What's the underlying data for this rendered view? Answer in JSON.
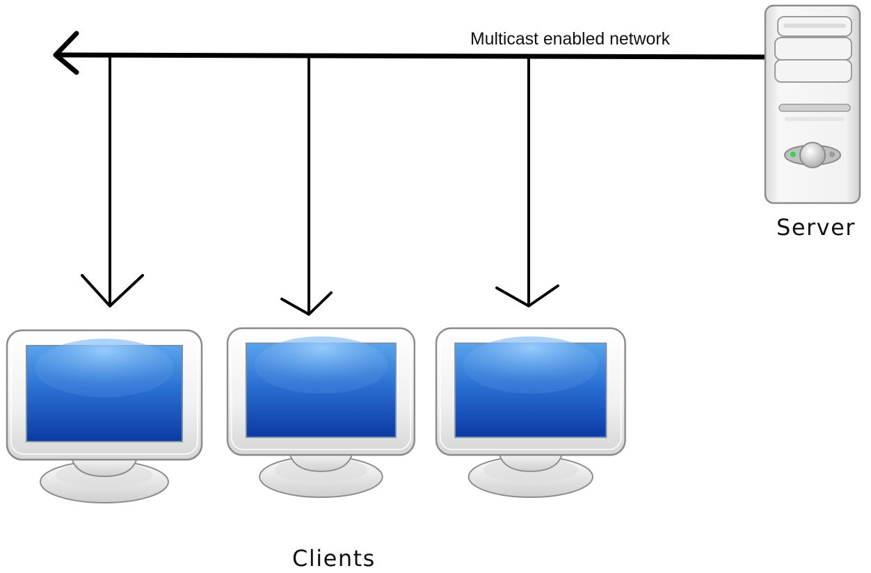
{
  "diagram": {
    "network_label": "Multicast enabled network",
    "server_label": "Server",
    "clients_label": "Clients"
  },
  "nodes": {
    "server": {
      "icon": "server-tower-icon"
    },
    "clients": [
      {
        "icon": "monitor-icon"
      },
      {
        "icon": "monitor-icon"
      },
      {
        "icon": "monitor-icon"
      }
    ]
  },
  "colors": {
    "line": "#000000",
    "screen_top": "#6fb3f2",
    "screen_bottom": "#0d3fa8",
    "bezel": "#eeeeee",
    "power_led": "#2fd84a"
  }
}
